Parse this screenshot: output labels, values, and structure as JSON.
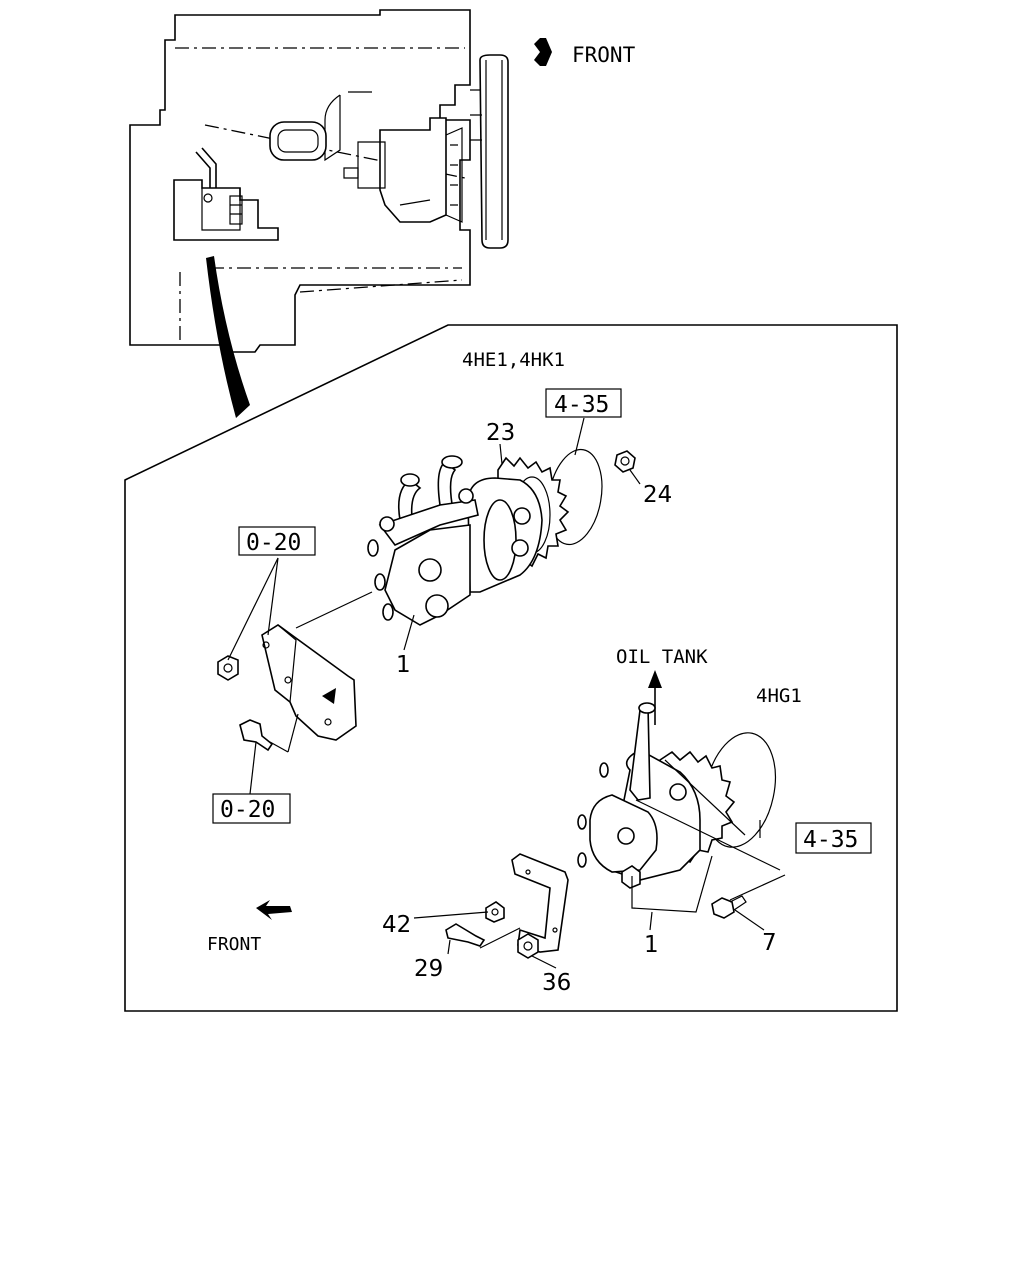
{
  "engine_view": {
    "front_label": "FRONT"
  },
  "detail": {
    "variant_a_label": "4HE1,4HK1",
    "variant_b_label": "4HG1",
    "oil_tank_label": "OIL TANK",
    "front_label": "FRONT"
  },
  "references": {
    "ref_a_gasket": "4-35",
    "ref_a_bracket_top": "0-20",
    "ref_a_bracket_bottom": "0-20",
    "ref_b_gasket": "4-35"
  },
  "callouts": {
    "a_pump": "1",
    "a_gear": "23",
    "a_nut": "24",
    "b_pump": "1",
    "b_bolt": "7",
    "b_nut": "42",
    "b_bolt_small": "29",
    "b_nut_small": "36"
  }
}
